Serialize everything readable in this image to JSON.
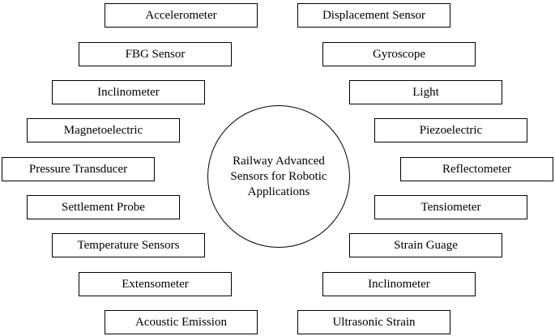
{
  "hub": {
    "label": "Railway Advanced Sensors for Robotic Applications"
  },
  "left_sensors": [
    "Accelerometer",
    "FBG Sensor",
    "Inclinometer",
    "Magnetoelectric",
    "Pressure Transducer",
    "Settlement Probe",
    "Temperature Sensors",
    "Extensometer",
    "Acoustic Emission"
  ],
  "right_sensors": [
    "Displacement Sensor",
    "Gyroscope",
    "Light",
    "Piezoelectric",
    "Reflectometer",
    "Tensiometer",
    "Strain Guage",
    "Inclinometer",
    "Ultrasonic Strain"
  ]
}
